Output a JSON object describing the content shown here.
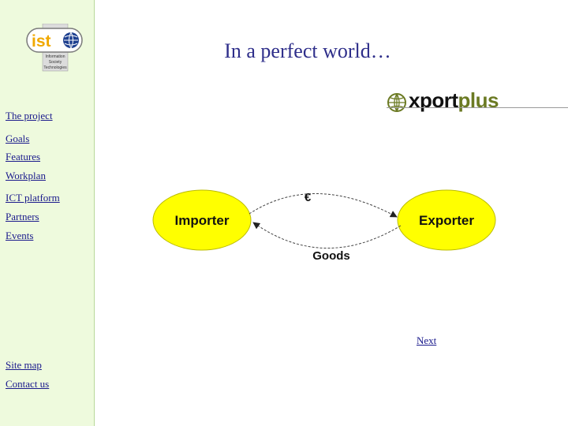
{
  "logo": {
    "brand": "ist",
    "tagline_lines": [
      "Information",
      "Society",
      "Technologies"
    ]
  },
  "nav": {
    "the_project": "The project",
    "goals": "Goals",
    "features": "Features",
    "workplan": "Workplan",
    "ict_platform": "ICT platform",
    "partners": "Partners",
    "events": "Events",
    "site_map": "Site map",
    "contact_us": "Contact us"
  },
  "header": {
    "title": "In a perfect world…"
  },
  "brand": {
    "part1": "xport",
    "part2": "plus"
  },
  "diagram": {
    "left_node": "Importer",
    "right_node": "Exporter",
    "top_label": "€",
    "bottom_label": "Goods"
  },
  "footer": {
    "next_label": "Next"
  },
  "colors": {
    "sidebar_bg": "#eefadd",
    "link": "#1a1a8c",
    "title": "#2e2e8a",
    "node_fill": "#ffff00",
    "brand_accent": "#6b7a23"
  }
}
